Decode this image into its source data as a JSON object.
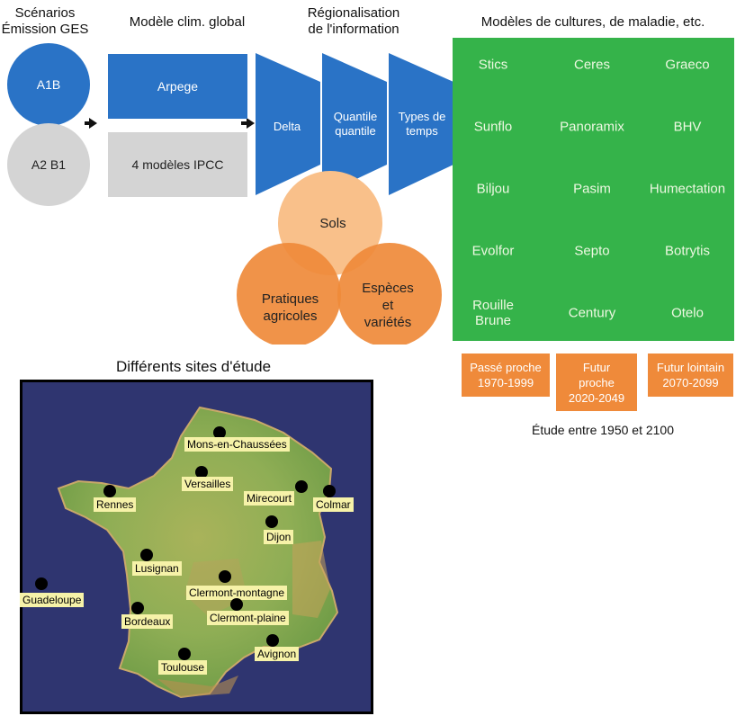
{
  "headers": {
    "scenarios": "Scénarios\nÉmission GES",
    "global_model": "Modèle clim. global",
    "regional": "Régionalisation\nde l'information",
    "crop_models": "Modèles de cultures, de maladie, etc."
  },
  "scenarios": {
    "a1b": "A1B",
    "a2b1": "A2 B1"
  },
  "global_models": {
    "arpege": "Arpege",
    "ipcc": "4 modèles IPCC"
  },
  "regionalisation": {
    "delta": "Delta",
    "quantile": "Quantile\nquantile",
    "types": "Types de\ntemps"
  },
  "venn": {
    "sols": "Sols",
    "pratiques": "Pratiques\nagricoles",
    "especes": "Espèces\net\nvariétés"
  },
  "models": [
    "Stics",
    "Ceres",
    "Graeco",
    "Sunflo",
    "Panoramix",
    "BHV",
    "Biljou",
    "Pasim",
    "Humectation",
    "Evolfor",
    "Septo",
    "Botrytis",
    "Rouille\nBrune",
    "Century",
    "Otelo"
  ],
  "periods": [
    "Passé proche\n1970-1999",
    "Futur\nproche\n2020-2049",
    "Futur lointain\n2070-2099"
  ],
  "study_span": "Étude entre 1950 et 2100",
  "map_title": "Différents sites d'étude",
  "sites": [
    "Mons-en-Chaussées",
    "Versailles",
    "Rennes",
    "Mirecourt",
    "Colmar",
    "Dijon",
    "Lusignan",
    "Clermont-montagne",
    "Guadeloupe",
    "Bordeaux",
    "Clermont-plaine",
    "Avignon",
    "Toulouse"
  ],
  "colors": {
    "blue": "#2a73c6",
    "grey": "#d4d4d4",
    "green": "#35b34a",
    "orange": "#ef8a3a",
    "peach": "#f9c08a",
    "label": "#f6f2a8"
  }
}
